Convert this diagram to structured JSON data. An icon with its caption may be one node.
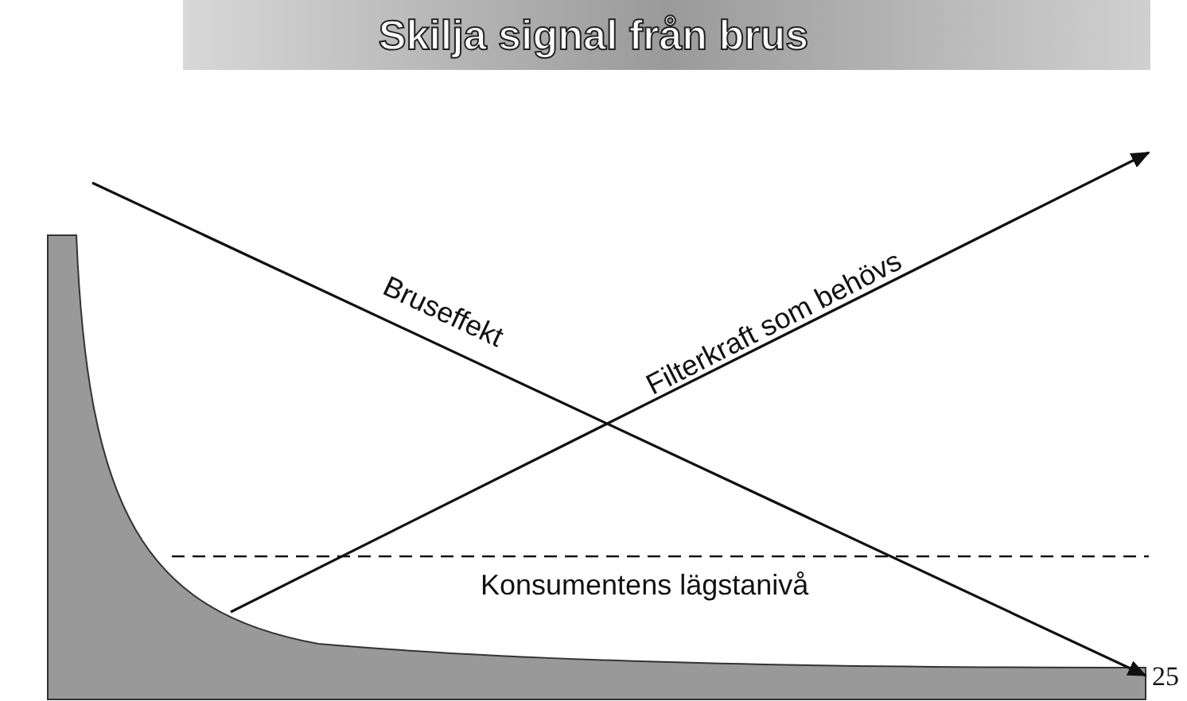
{
  "diagram": {
    "title": "Skilja signal från brus",
    "labels": [
      "Bruseffekt",
      "Filterkraft som behövs",
      "Konsumentens lägstanivå",
      "25"
    ]
  }
}
